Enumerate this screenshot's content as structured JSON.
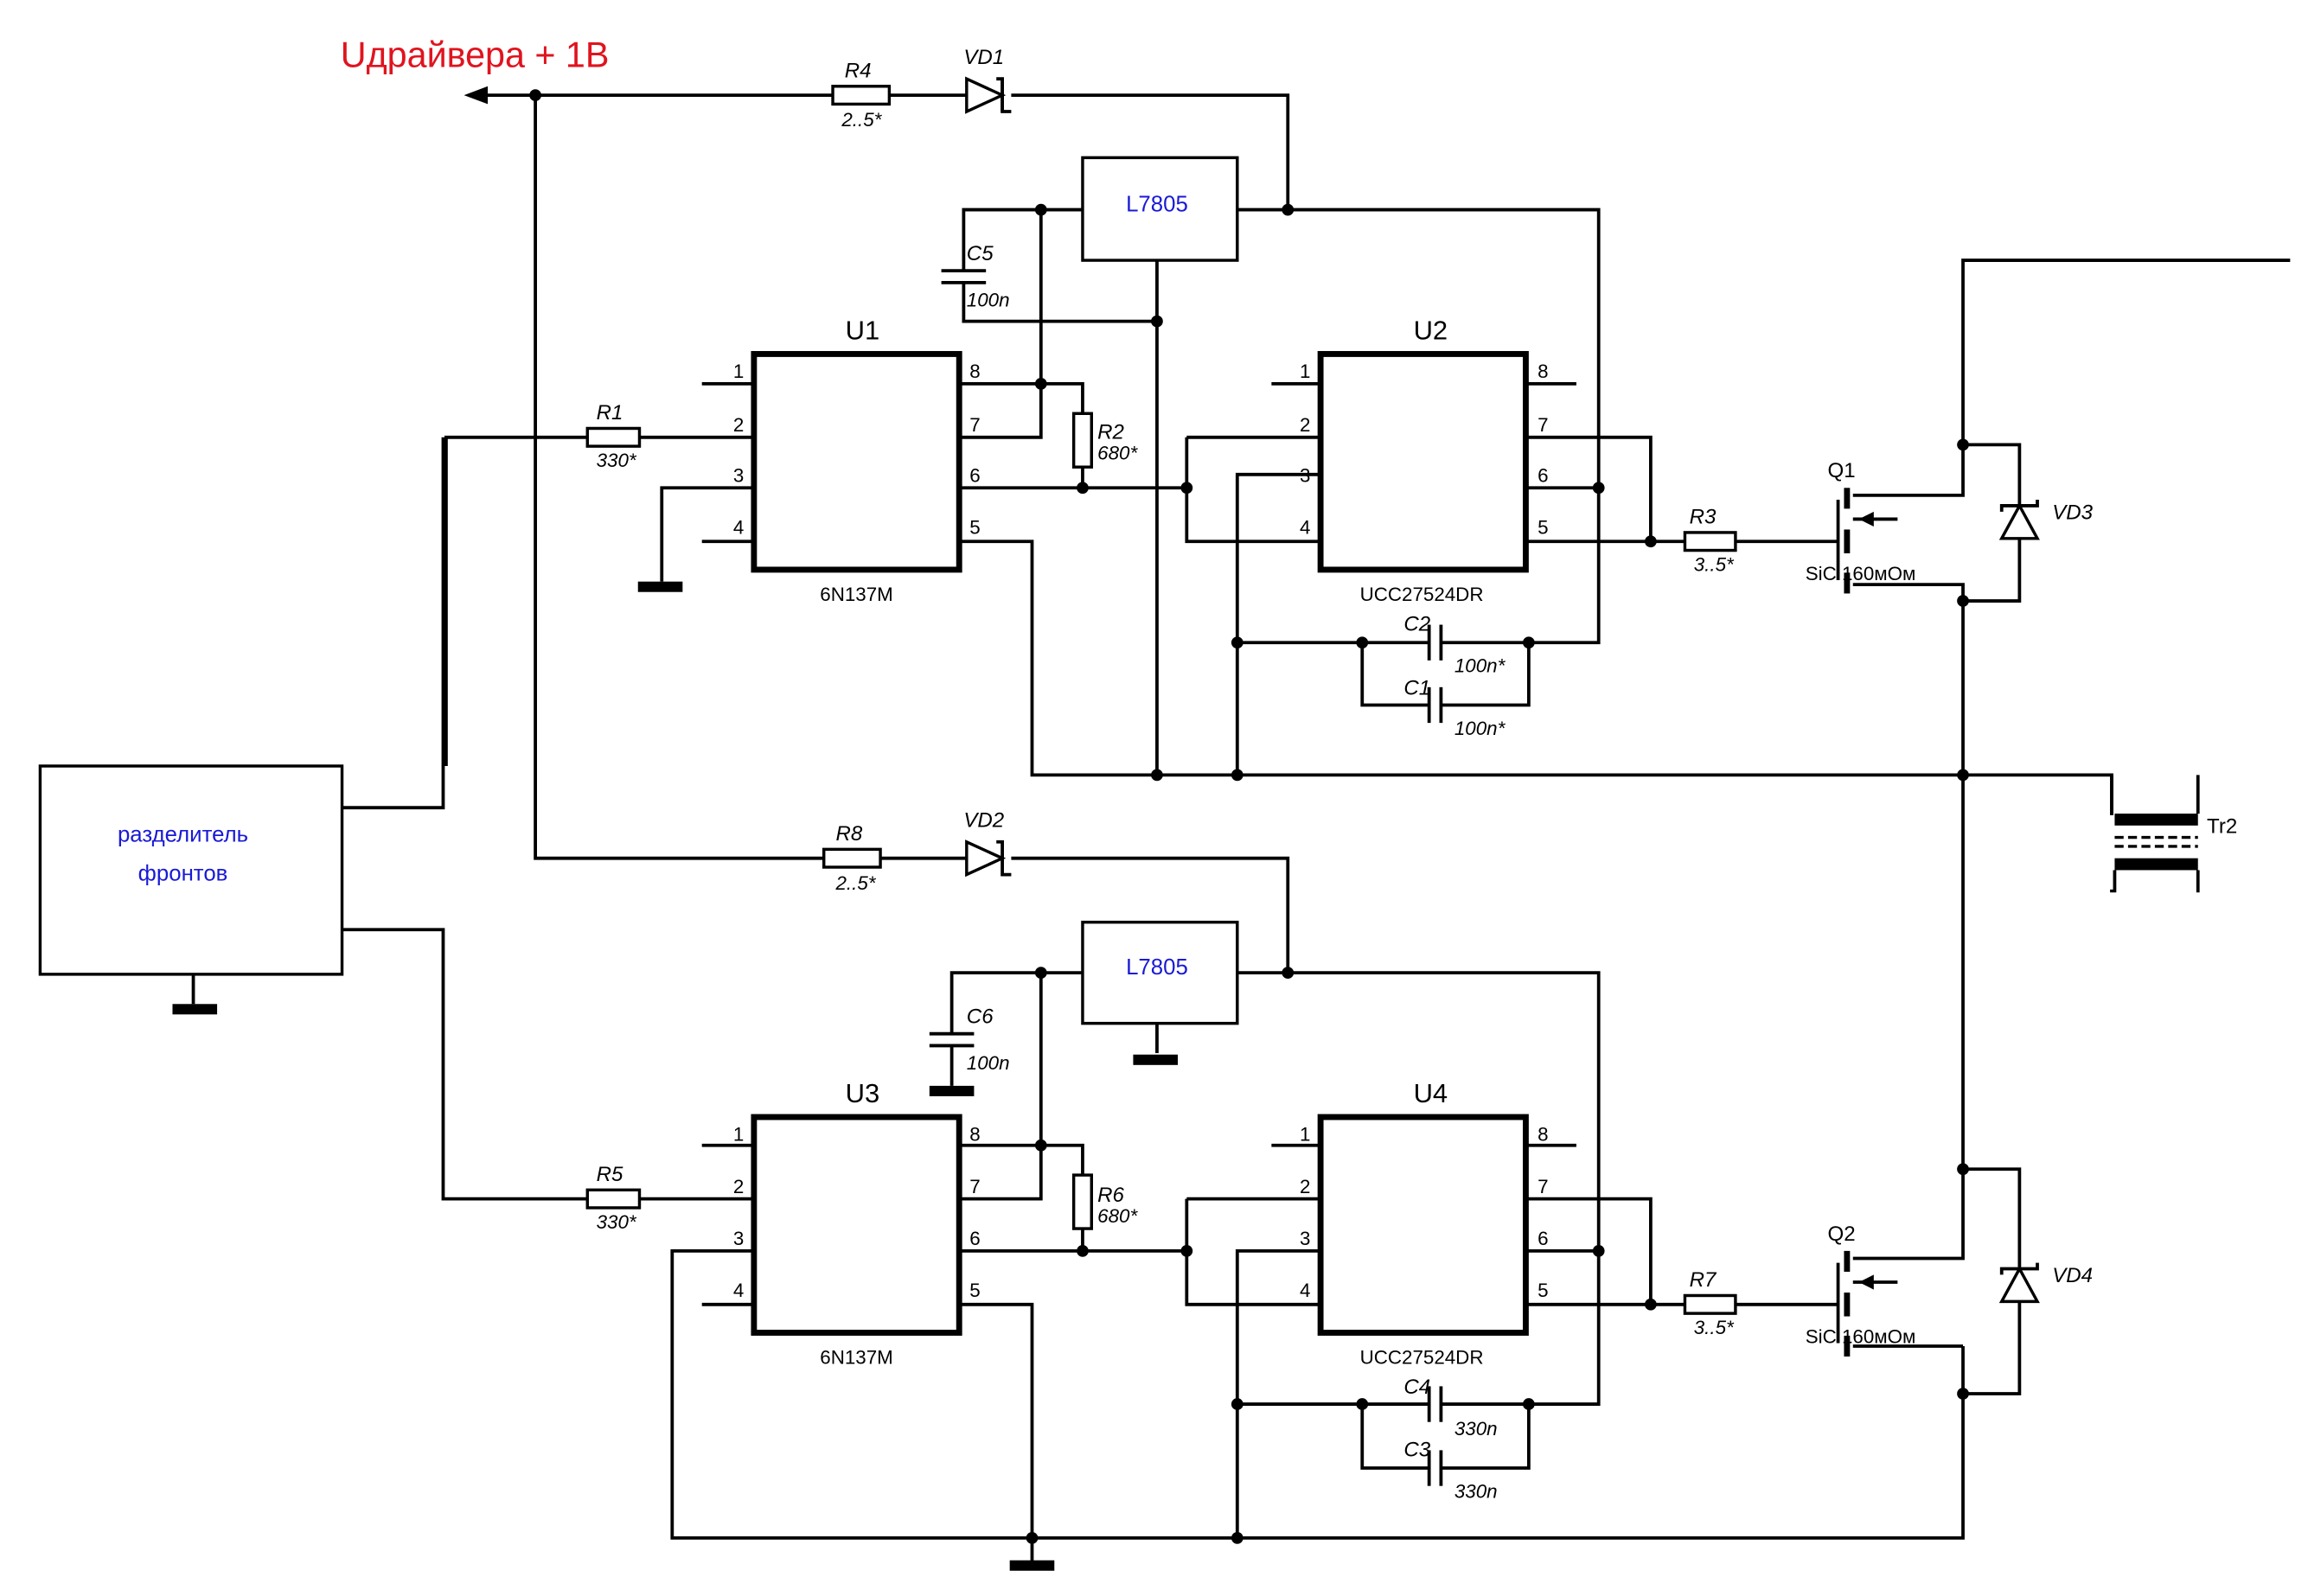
{
  "supply_label": "Uдрайвера + 1В",
  "splitter": {
    "line1": "разделитель",
    "line2": "фронтов"
  },
  "regulators": {
    "top": "L7805",
    "bottom": "L7805"
  },
  "ics": {
    "u1": {
      "ref": "U1",
      "part": "6N137M"
    },
    "u2": {
      "ref": "U2",
      "part": "UCC27524DR"
    },
    "u3": {
      "ref": "U3",
      "part": "6N137M"
    },
    "u4": {
      "ref": "U4",
      "part": "UCC27524DR"
    }
  },
  "pins": {
    "p1": "1",
    "p2": "2",
    "p3": "3",
    "p4": "4",
    "p5": "5",
    "p6": "6",
    "p7": "7",
    "p8": "8"
  },
  "resistors": {
    "r1": {
      "ref": "R1",
      "value": "330*"
    },
    "r2": {
      "ref": "R2",
      "value": "680*"
    },
    "r3": {
      "ref": "R3",
      "value": "3..5*"
    },
    "r4": {
      "ref": "R4",
      "value": "2..5*"
    },
    "r5": {
      "ref": "R5",
      "value": "330*"
    },
    "r6": {
      "ref": "R6",
      "value": "680*"
    },
    "r7": {
      "ref": "R7",
      "value": "3..5*"
    },
    "r8": {
      "ref": "R8",
      "value": "2..5*"
    }
  },
  "capacitors": {
    "c1": {
      "ref": "C1",
      "value": "100n*"
    },
    "c2": {
      "ref": "C2",
      "value": "100n*"
    },
    "c3": {
      "ref": "C3",
      "value": "330n"
    },
    "c4": {
      "ref": "C4",
      "value": "330n"
    },
    "c5": {
      "ref": "C5",
      "value": "100n"
    },
    "c6": {
      "ref": "C6",
      "value": "100n"
    }
  },
  "diodes": {
    "vd1": "VD1",
    "vd2": "VD2",
    "vd3": "VD3",
    "vd4": "VD4"
  },
  "transistors": {
    "q1": {
      "ref": "Q1",
      "value": "SiC 160мОм"
    },
    "q2": {
      "ref": "Q2",
      "value": "SiC 160мОм"
    }
  },
  "transformer": "Tr2",
  "colors": {
    "supply_label": "#e0141e",
    "component_names": "#1a1ad6",
    "wires": "#000000"
  }
}
